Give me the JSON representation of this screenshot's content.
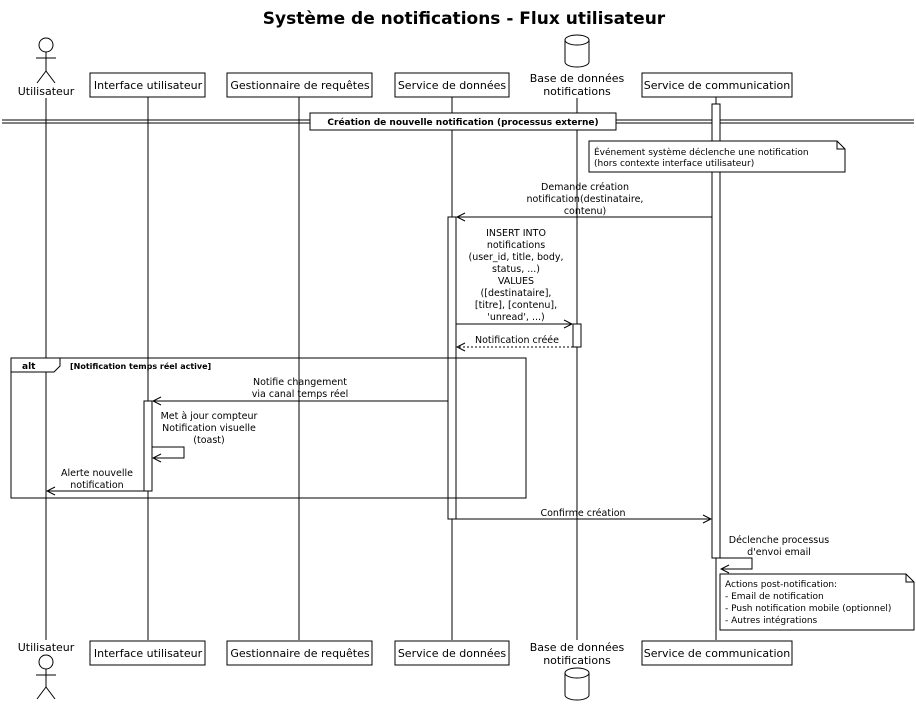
{
  "title": "Système de notifications - Flux utilisateur",
  "participants": {
    "user": "Utilisateur",
    "ui": "Interface utilisateur",
    "req": "Gestionnaire de requêtes",
    "data": "Service de données",
    "db_line1": "Base de données",
    "db_line2": "notifications",
    "comm": "Service de communication"
  },
  "divider": "Création de nouvelle notification (processus externe)",
  "note1": {
    "line1": "Événement système déclenche une notification",
    "line2": "(hors contexte interface utilisateur)"
  },
  "messages": {
    "m1": [
      "Demande création",
      "notification(destinataire,",
      "contenu)"
    ],
    "m2": [
      "INSERT INTO",
      "notifications",
      "(user_id, title, body,",
      "status, ...)",
      "VALUES",
      "([destinataire],",
      "[titre], [contenu],",
      "'unread', ...)"
    ],
    "m3": "Notification créée",
    "m4": [
      "Notifie changement",
      "via canal temps réel"
    ],
    "m5": [
      "Met à jour compteur",
      "Notification visuelle",
      "(toast)"
    ],
    "m6": [
      "Alerte nouvelle",
      "notification"
    ],
    "m7": "Confirme création",
    "m8": [
      "Déclenche processus",
      "d'envoi email"
    ]
  },
  "alt": {
    "keyword": "alt",
    "guard": "[Notification temps réel active]"
  },
  "note2": {
    "line1": "Actions post-notification:",
    "line2": "- Email de notification",
    "line3": "- Push notification mobile (optionnel)",
    "line4": "- Autres intégrations"
  }
}
